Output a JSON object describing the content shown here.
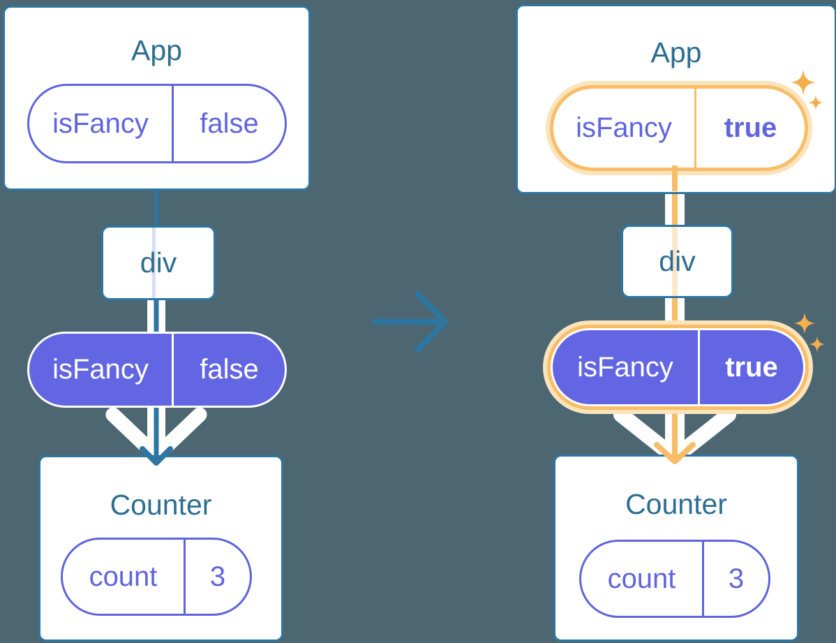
{
  "left": {
    "app_title": "App",
    "app_state_key": "isFancy",
    "app_state_value": "false",
    "div_label": "div",
    "prop_key": "isFancy",
    "prop_value": "false",
    "counter_title": "Counter",
    "counter_state_key": "count",
    "counter_state_value": "3"
  },
  "right": {
    "app_title": "App",
    "app_state_key": "isFancy",
    "app_state_value": "true",
    "div_label": "div",
    "prop_key": "isFancy",
    "prop_value": "true",
    "counter_title": "Counter",
    "counter_state_key": "count",
    "counter_state_value": "3"
  },
  "colors": {
    "background": "#4C6772",
    "card_border": "#2D76A1",
    "title_text": "#2D6E90",
    "flow_blue": "#2D76A1",
    "purple_fill": "#6366E2",
    "purple_text": "#6064DD",
    "highlight_orange": "#F8BD66",
    "highlight_halo": "#FBE3BC",
    "sparkle": "#F5AE4E",
    "div_inner_line_left": "#D6DEF2",
    "div_inner_line_right": "#FBE8CC"
  }
}
